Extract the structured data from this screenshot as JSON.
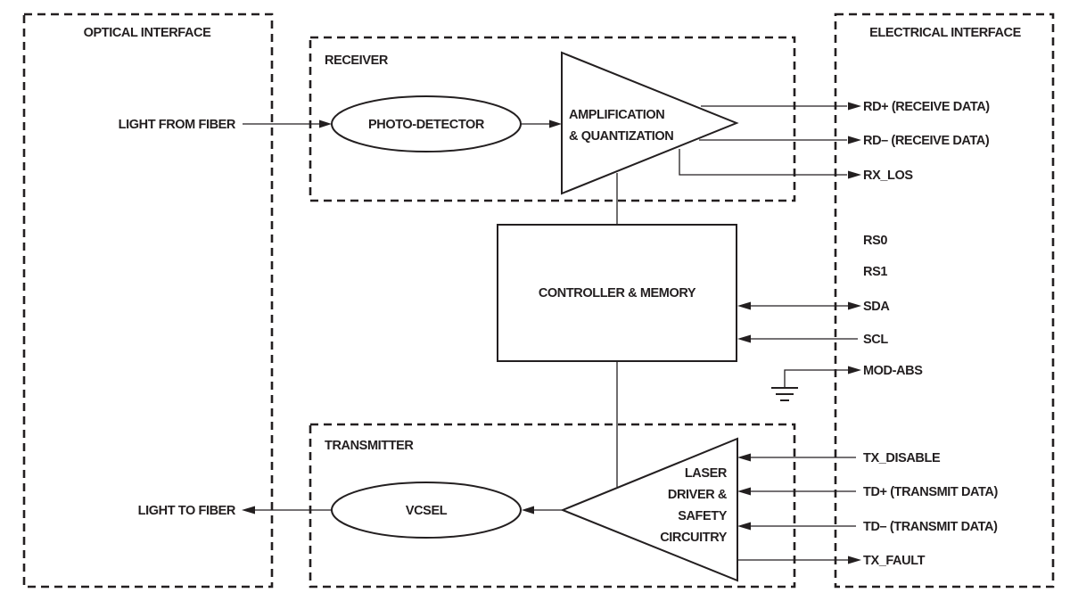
{
  "diagram": {
    "regions": {
      "optical_interface": "OPTICAL INTERFACE",
      "receiver": "RECEIVER",
      "transmitter": "TRANSMITTER",
      "electrical_interface": "ELECTRICAL INTERFACE"
    },
    "blocks": {
      "photo_detector": "PHOTO-DETECTOR",
      "amplification_line1": "AMPLIFICATION",
      "amplification_line2": "& QUANTIZATION",
      "controller": "CONTROLLER & MEMORY",
      "vcsel": "VCSEL",
      "laser_line1": "LASER",
      "laser_line2": "DRIVER &",
      "laser_line3": "SAFETY",
      "laser_line4": "CIRCUITRY"
    },
    "optical_signals": {
      "light_from_fiber": "LIGHT FROM FIBER",
      "light_to_fiber": "LIGHT TO FIBER"
    },
    "electrical_signals": {
      "rd_plus": "RD+ (RECEIVE DATA)",
      "rd_minus": "RD– (RECEIVE DATA)",
      "rx_los": "RX_LOS",
      "rs0": "RS0",
      "rs1": "RS1",
      "sda": "SDA",
      "scl": "SCL",
      "mod_abs": "MOD-ABS",
      "tx_disable": "TX_DISABLE",
      "td_plus": "TD+ (TRANSMIT DATA)",
      "td_minus": "TD– (TRANSMIT DATA)",
      "tx_fault": "TX_FAULT"
    }
  }
}
